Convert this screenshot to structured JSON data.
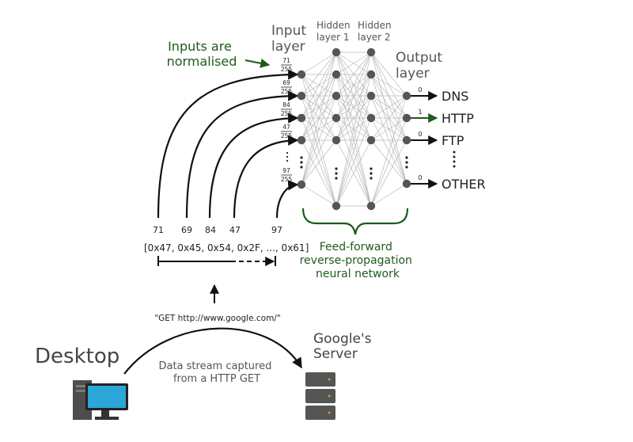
{
  "header": {
    "input_layer": [
      "Input",
      "layer"
    ],
    "hidden_layer_1": [
      "Hidden",
      "layer 1"
    ],
    "hidden_layer_2": [
      "Hidden",
      "layer 2"
    ],
    "output_layer": [
      "Output",
      "layer"
    ]
  },
  "annotation": {
    "normalised": [
      "Inputs are",
      "normalised"
    ]
  },
  "inputs": {
    "fractions": [
      {
        "num": "71",
        "den": "255"
      },
      {
        "num": "69",
        "den": "255"
      },
      {
        "num": "84",
        "den": "255"
      },
      {
        "num": "47",
        "den": "255"
      },
      {
        "num": "97",
        "den": "255"
      }
    ],
    "values": [
      "71",
      "69",
      "84",
      "47",
      "97"
    ]
  },
  "byte_array": "[0x47, 0x45, 0x54, 0x2F, ..., 0x61]",
  "outputs": [
    {
      "label": "DNS",
      "value": "0"
    },
    {
      "label": "HTTP",
      "value": "1"
    },
    {
      "label": "FTP",
      "value": "0"
    },
    {
      "label": "OTHER",
      "value": "0"
    }
  ],
  "network_caption": [
    "Feed-forward",
    "reverse-propagation",
    "neural network"
  ],
  "request_text": "\"GET http://www.google.com/\"",
  "desktop_label": "Desktop",
  "server_label": [
    "Google's",
    "Server"
  ],
  "stream_caption": [
    "Data stream captured",
    "from a HTTP GET"
  ],
  "colors": {
    "node": "#555555",
    "edge": "#b8b8b8",
    "green": "#1f5b1a",
    "monitor": "#2aa7d8"
  }
}
